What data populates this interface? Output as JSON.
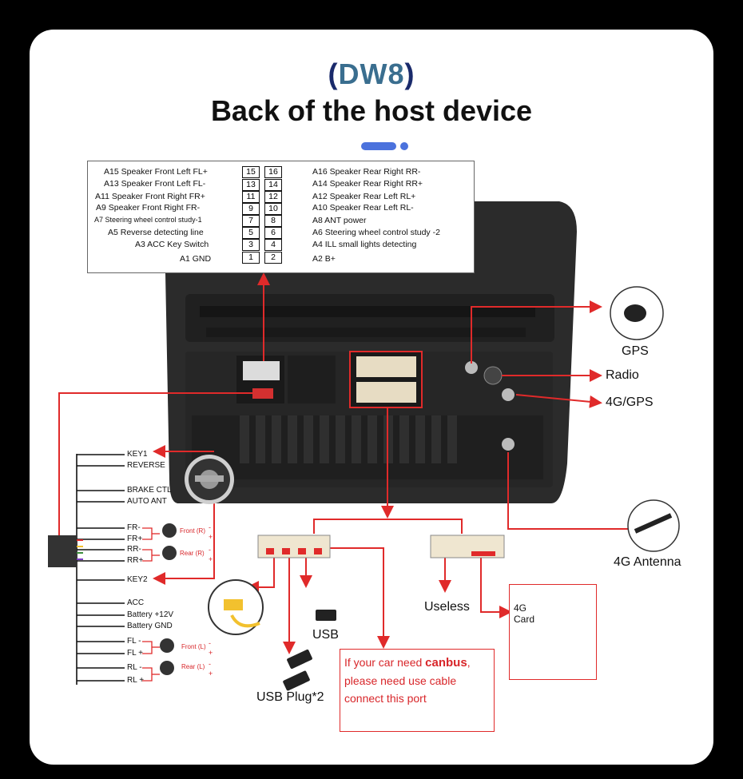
{
  "header": {
    "model_open": "(",
    "model_name": "DW8",
    "model_close": ")",
    "title": "Back of the host device"
  },
  "pinout": {
    "left": [
      {
        "label": "A15  Speaker Front Left FL+",
        "pins": [
          "15",
          "16"
        ],
        "right": "A16 Speaker Rear Right RR-"
      },
      {
        "label": "A13  Speaker Front Left FL-",
        "pins": [
          "13",
          "14"
        ],
        "right": "A14 Speaker Rear Right RR+"
      },
      {
        "label": "A11  Speaker Front Right FR+",
        "pins": [
          "11",
          "12"
        ],
        "right": "A12 Speaker Rear Left RL+"
      },
      {
        "label": "A9    Speaker Front Right FR-",
        "pins": [
          "9",
          "10"
        ],
        "right": "A10 Speaker Rear Left RL-"
      },
      {
        "label": "A7   Steering wheel control study-1",
        "pins": [
          "7",
          "8"
        ],
        "right": "A8   ANT power"
      },
      {
        "label": "A5   Reverse detecting line",
        "pins": [
          "5",
          "6"
        ],
        "right": "A6   Steering wheel control study -2"
      },
      {
        "label": "A3 ACC Key Switch",
        "pins": [
          "3",
          "4"
        ],
        "right": "A4   ILL small lights detecting"
      },
      {
        "label": "A1 GND",
        "pins": [
          "1",
          "2"
        ],
        "right": "A2   B+"
      }
    ]
  },
  "right_labels": {
    "gps": "GPS",
    "radio": "Radio",
    "gps4g": "4G/GPS",
    "antenna": "4G Antenna"
  },
  "harness": {
    "wires": [
      "KEY1",
      "REVERSE",
      "BRAKE CTL",
      "AUTO ANT",
      "FR-",
      "FR+",
      "RR-",
      "RR+",
      "KEY2",
      "ACC",
      "Battery +12V",
      "Battery GND",
      "FL -",
      "FL +",
      "RL -",
      "RL +"
    ],
    "speakers": [
      "Front (R)",
      "Rear (R)",
      "Front (L)",
      "Rear (L)"
    ],
    "plus": "+",
    "minus": "-"
  },
  "bottom_labels": {
    "usb": "USB",
    "usb_plug": "USB Plug*2",
    "useless": "Useless",
    "card_4g": "4G",
    "card_word": "Card"
  },
  "canbus": {
    "line1_prefix": "If your car need ",
    "line1_bold": "canbus",
    "line1_suffix": ",",
    "line2": "please need use cable",
    "line3": "connect this port"
  },
  "colors": {
    "arrow": "#e02a2a",
    "title": "#111111",
    "model": "#1a2a6b",
    "accent": "#4b72dd"
  }
}
